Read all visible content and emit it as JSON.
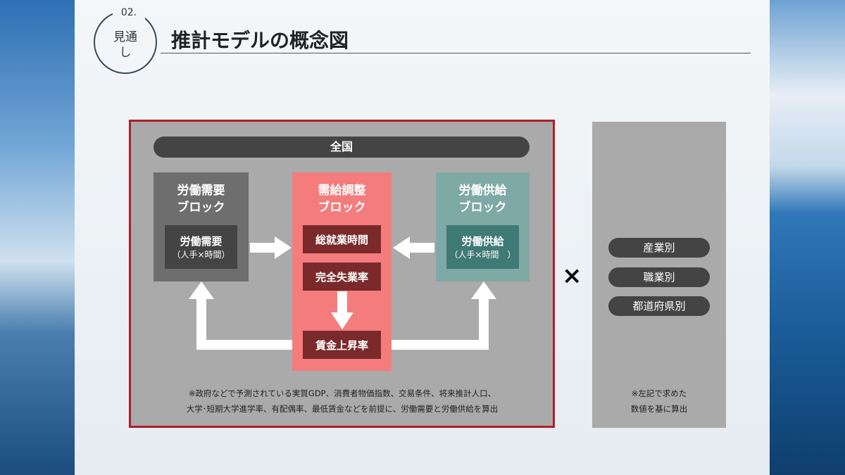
{
  "header": {
    "section_number": "02.",
    "section_label_line1": "見通",
    "section_label_line2": "し",
    "title": "推計モデルの概念図"
  },
  "diagram": {
    "national_label": "全国",
    "demand_block": {
      "title1": "労働需要",
      "title2": "ブロック",
      "inner_label": "労働需要",
      "inner_sub": "（人手×時間）"
    },
    "adjustment_block": {
      "title1": "需給調整",
      "title2": "ブロック",
      "items": [
        "総就業時間",
        "完全失業率",
        "賃金上昇率"
      ]
    },
    "supply_block": {
      "title1": "労働供給",
      "title2": "ブロック",
      "inner_label": "労働供給",
      "inner_sub": "（人手×時間　）"
    },
    "note_line1": "※政府などで予測されている実質GDP、消費者物価指数、交易条件、将来推計人口、",
    "note_line2": "大学･短期大学進学率、有配偶率、最低賃金などを前提に、労働需要と労働供給を算出",
    "multiply_symbol": "×",
    "breakdowns": [
      "産業別",
      "職業別",
      "都道府県別"
    ],
    "right_note_line1": "※左記で求めた",
    "right_note_line2": "数値を基に算出"
  },
  "colors": {
    "frame_red": "#b01e28",
    "adjust_pink": "#f47c7c",
    "supply_teal": "#7fa9a5",
    "demand_gray": "#6e6e6e"
  }
}
